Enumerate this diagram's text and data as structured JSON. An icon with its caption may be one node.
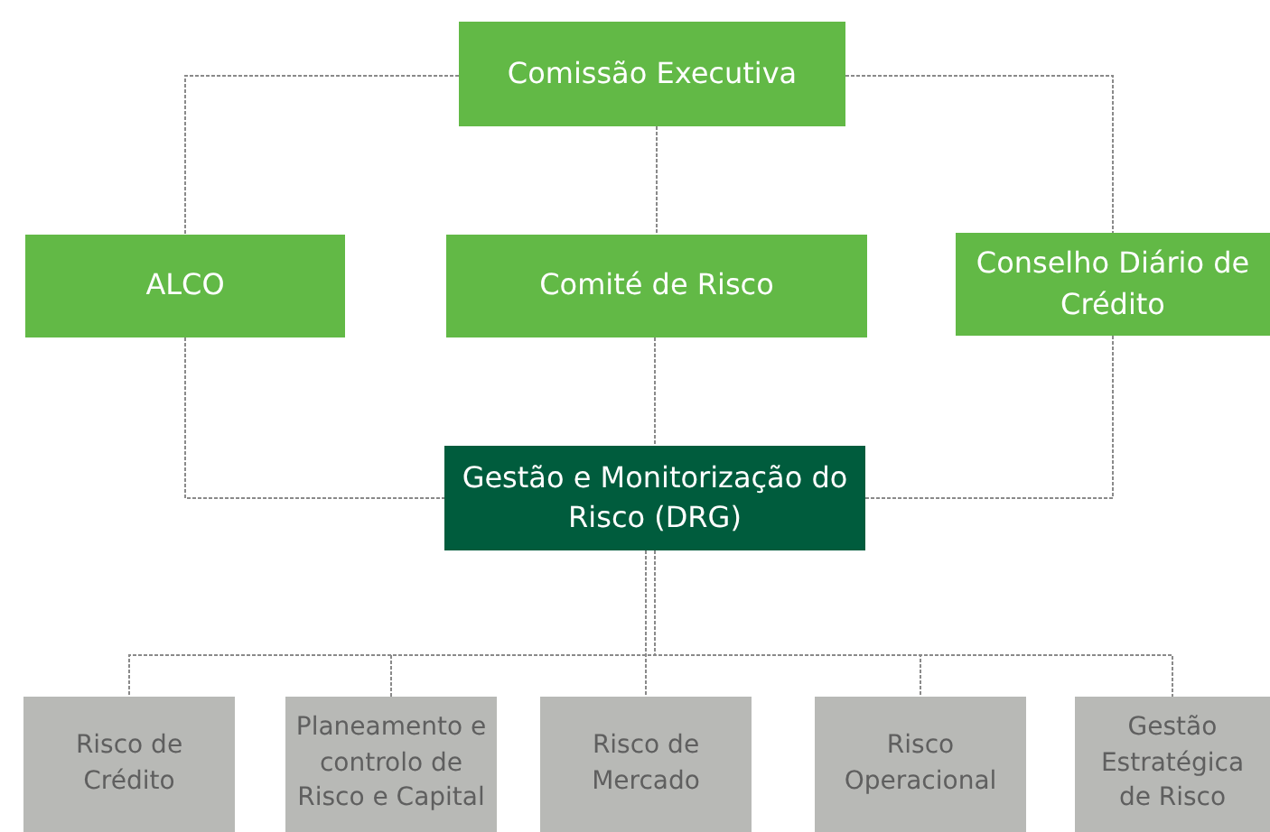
{
  "diagram": {
    "nodes": [
      {
        "text": [
          "Comissão Executiva"
        ]
      },
      {
        "text": [
          "ALCO"
        ]
      },
      {
        "text": [
          "Comité de Risco"
        ]
      },
      {
        "text": [
          "Conselho Diário de Crédito"
        ]
      },
      {
        "text": [
          "Gestão e Monitorização do Risco (DRG)"
        ]
      },
      {
        "text": [
          "Risco de Crédito"
        ]
      },
      {
        "text": [
          "Planeamento e controlo de Risco e Capital"
        ]
      },
      {
        "text": [
          "Risco de Mercado"
        ]
      },
      {
        "text": [
          "Risco Operacional"
        ]
      },
      {
        "text": [
          "Gestão Estratégica de Risco"
        ]
      }
    ],
    "edges": [
      {
        "from": 0,
        "to": 1,
        "arrow": "none",
        "style": "dashed"
      },
      {
        "from": 0,
        "to": 2,
        "arrow": "none",
        "style": "dashed"
      },
      {
        "from": 0,
        "to": 3,
        "arrow": "none",
        "style": "dashed"
      },
      {
        "from": 1,
        "to": 4,
        "arrow": "none",
        "style": "dashed"
      },
      {
        "from": 2,
        "to": 4,
        "arrow": "none",
        "style": "dashed"
      },
      {
        "from": 3,
        "to": 4,
        "arrow": "none",
        "style": "dashed"
      },
      {
        "from": 4,
        "to": 5,
        "arrow": "none",
        "style": "dashed"
      },
      {
        "from": 4,
        "to": 6,
        "arrow": "none",
        "style": "dashed"
      },
      {
        "from": 4,
        "to": 7,
        "arrow": "none",
        "style": "dashed"
      },
      {
        "from": 4,
        "to": 8,
        "arrow": "none",
        "style": "dashed"
      },
      {
        "from": 4,
        "to": 9,
        "arrow": "none",
        "style": "dashed"
      }
    ]
  }
}
